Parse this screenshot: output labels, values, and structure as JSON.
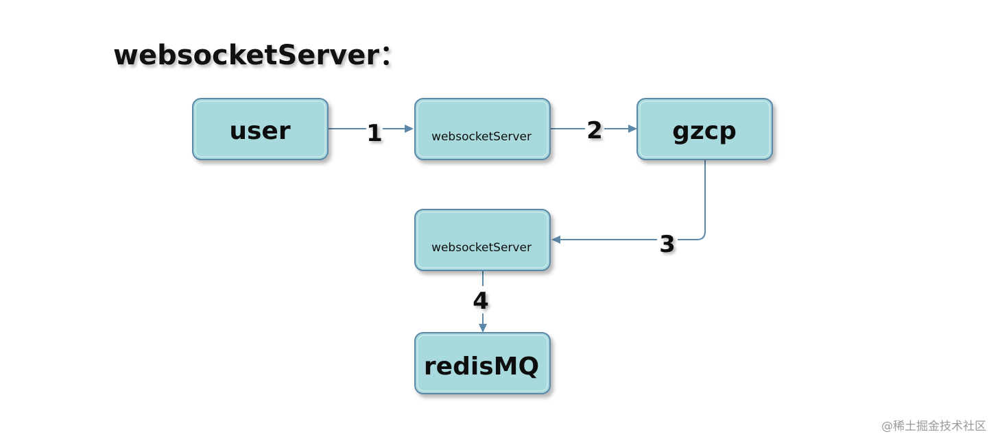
{
  "title": "websocketServer：",
  "nodes": {
    "user": "user",
    "ws1": "websocketServer",
    "gzcp": "gzcp",
    "ws2": "websocketServer",
    "redis": "redisMQ"
  },
  "edges": {
    "e1": "1",
    "e2": "2",
    "e3": "3",
    "e4": "4"
  },
  "colors": {
    "node_fill": "#a8d9dc",
    "node_stroke": "#5b88a8",
    "edge": "#5b88a8"
  },
  "watermark": "@稀土掘金技术社区"
}
